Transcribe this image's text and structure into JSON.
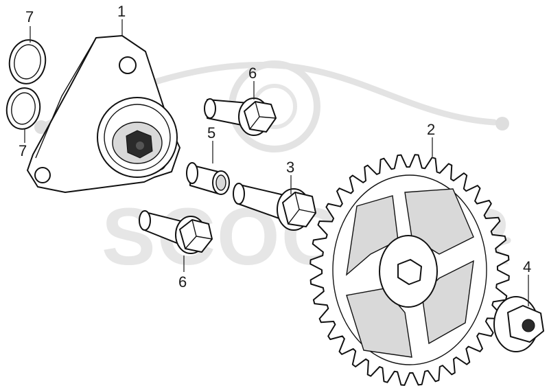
{
  "diagram": {
    "watermark_text": "SCOOTER",
    "callouts": [
      {
        "id": "label-7-top",
        "text": "7"
      },
      {
        "id": "label-7-bottom",
        "text": "7"
      },
      {
        "id": "label-1",
        "text": "1"
      },
      {
        "id": "label-6-top",
        "text": "6"
      },
      {
        "id": "label-5",
        "text": "5"
      },
      {
        "id": "label-3",
        "text": "3"
      },
      {
        "id": "label-6-bottom",
        "text": "6"
      },
      {
        "id": "label-2",
        "text": "2"
      },
      {
        "id": "label-4",
        "text": "4"
      }
    ]
  }
}
